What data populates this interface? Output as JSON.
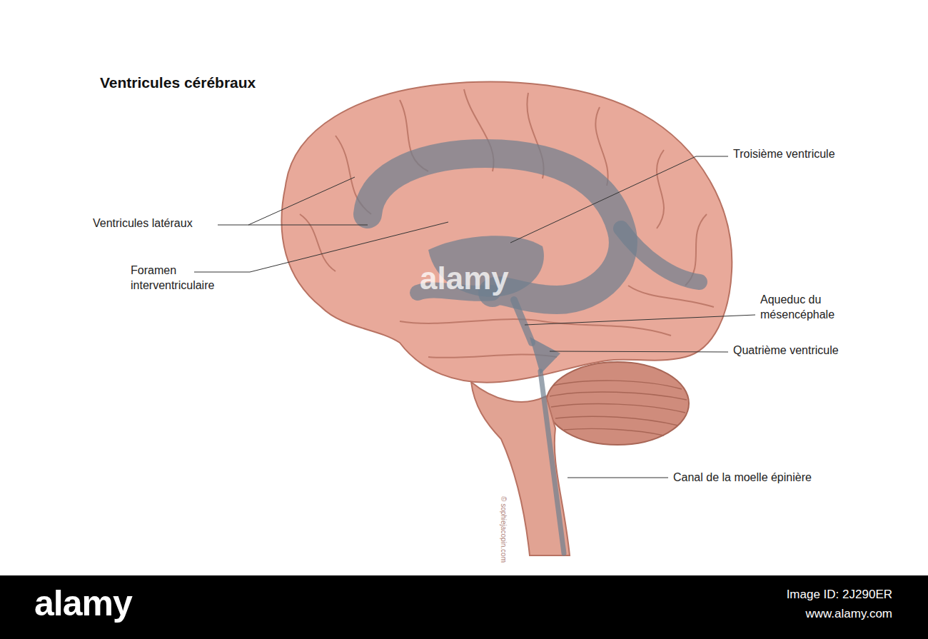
{
  "diagram": {
    "title": "Ventricules cérébraux",
    "labels": [
      "Ventricules latéraux",
      "Foramen interventriculaire",
      "Troisième ventricule",
      "Aqueduc du mésencéphale",
      "Quatrième ventricule",
      "Canal de la moelle épinière",
      "alamy",
      "© sophiejacopin.com",
      "alamy",
      "Image ID: 2J290ER",
      "www.alamy.com"
    ]
  }
}
